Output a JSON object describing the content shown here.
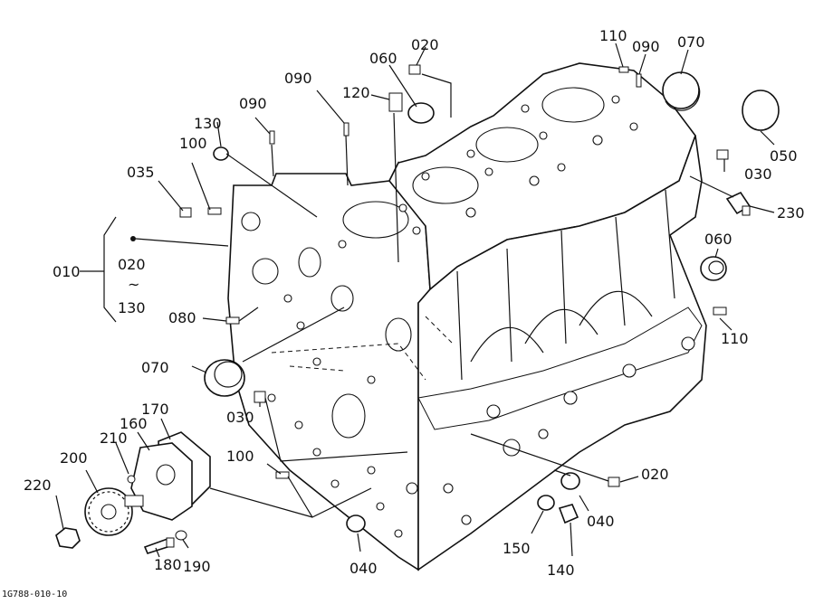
{
  "diagram": {
    "reference_code": "1G788-010-10",
    "range_group": {
      "from": "020",
      "tilde": "~",
      "to": "130"
    },
    "callouts": {
      "c010": "010",
      "c020_top": "020",
      "c020_right": "020",
      "c030_right": "030",
      "c030_left": "030",
      "c035": "035",
      "c040_bottom": "040",
      "c040_right": "040",
      "c050": "050",
      "c060_top": "060",
      "c060_right": "060",
      "c070_top": "070",
      "c070_left": "070",
      "c080": "080",
      "c090_a": "090",
      "c090_b": "090",
      "c090_c": "090",
      "c100_upper": "100",
      "c100_lower": "100",
      "c110_top": "110",
      "c110_right": "110",
      "c120": "120",
      "c130": "130",
      "c140": "140",
      "c150": "150",
      "c160": "160",
      "c170": "170",
      "c180": "180",
      "c190": "190",
      "c200": "200",
      "c210": "210",
      "c220": "220",
      "c230": "230"
    }
  }
}
